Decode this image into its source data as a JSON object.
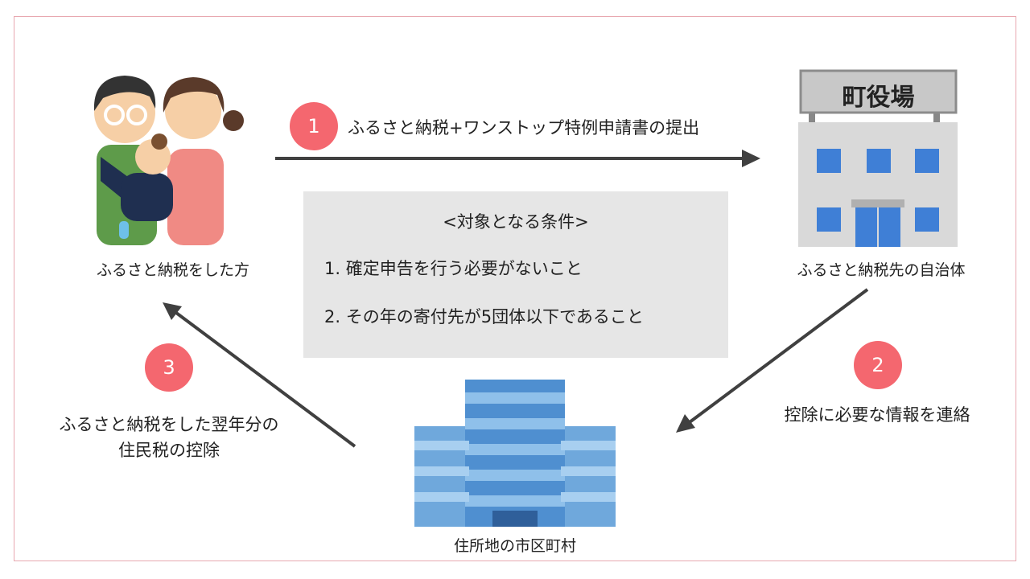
{
  "colors": {
    "badge": "#f4676f",
    "arrow": "#404040",
    "condition_box": "#e6e6e6",
    "frame_border": "#e8a8b0"
  },
  "steps": [
    {
      "number": "1",
      "label": "ふるさと納税+ワンストップ特例申請書の提出"
    },
    {
      "number": "2",
      "label": "控除に必要な情報を連絡"
    },
    {
      "number": "3",
      "label_line1": "ふるさと納税をした翌年分の",
      "label_line2": "住民税の控除"
    }
  ],
  "nodes": {
    "family": {
      "label": "ふるさと納税をした方",
      "icon": "family-illustration"
    },
    "town_office": {
      "label": "ふるさと納税先の自治体",
      "sign": "町役場",
      "icon": "town-office-illustration"
    },
    "city_hall": {
      "label": "住所地の市区町村",
      "icon": "city-hall-illustration"
    }
  },
  "conditions": {
    "title": "<対象となる条件>",
    "items": [
      "1. 確定申告を行う必要がないこと",
      "2. その年の寄付先が5団体以下であること"
    ]
  }
}
